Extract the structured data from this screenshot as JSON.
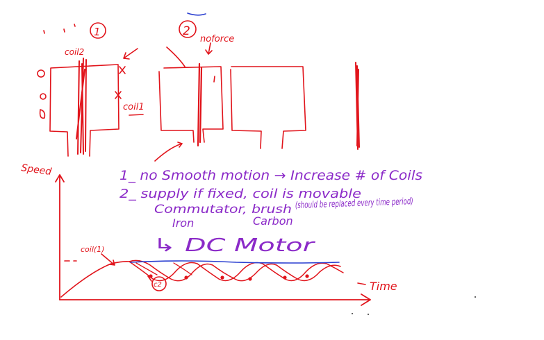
{
  "colors": {
    "red": "#e1141b",
    "purple": "#8b2ac8",
    "blue": "#2a3fd0",
    "background": "#ffffff"
  },
  "labels": {
    "marker_1": "1",
    "marker_2": "2",
    "coil_2": "coil2",
    "coil_1": "coil1",
    "no_force": "noforce",
    "speed_axis": "Speed",
    "time_axis": "Time",
    "curve_coil1": "coil(1)",
    "curve_coil2": "c2"
  },
  "notes": {
    "line1": "1_ no Smooth motion → Increase # of Coils",
    "line2": "2_ supply if fixed, coil is movable",
    "line3_a": "Commutator, brush",
    "line3_b": "Iron",
    "line3_c": "Carbon",
    "line3_d": "(should be replaced every time period)",
    "line4": "↳ DC Motor"
  }
}
